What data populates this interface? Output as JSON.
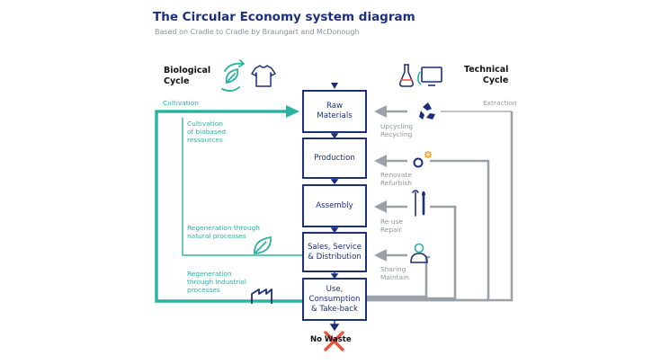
{
  "header": {
    "title": "The Circular Economy system diagram",
    "subtitle": "Based on Cradle to Cradle by Braungart and McDonough"
  },
  "biological": {
    "heading_line1": "Biological",
    "heading_line2": "Cycle",
    "cultivation": "Cultivation",
    "biobased_line1": "Cultivation",
    "biobased_line2": "of biobased",
    "biobased_line3": "ressources",
    "natural_line1": "Regeneration through",
    "natural_line2": "natural processes",
    "industrial_line1": "Regeneration",
    "industrial_line2": "through industrial",
    "industrial_line3": "processes"
  },
  "technical": {
    "heading_line1": "Technical",
    "heading_line2": "Cycle",
    "extraction": "Extraction",
    "upcycling_line1": "Upcycling",
    "upcycling_line2": "Recycling",
    "renovate_line1": "Renovate",
    "renovate_line2": "Refurbish",
    "reuse_line1": "Re-use",
    "reuse_line2": "Repair",
    "sharing_line1": "Sharing",
    "sharing_line2": "Maintain"
  },
  "stages": {
    "raw_line1": "Raw",
    "raw_line2": "Materials",
    "production": "Production",
    "assembly": "Assembly",
    "sales_line1": "Sales, Service",
    "sales_line2": "& Distribution",
    "use_line1": "Use,",
    "use_line2": "Consumption",
    "use_line3": "& Take-back"
  },
  "footer": {
    "no_waste": "No Waste"
  },
  "colors": {
    "navy": "#1b2f7a",
    "teal": "#2ab3a0",
    "grey": "#9aa1a8",
    "red": "#e8533f"
  },
  "icons": [
    "leaf-cycle-icon",
    "tshirt-icon",
    "flask-icon",
    "monitor-icon",
    "recycle-icon",
    "gear-icon",
    "tools-icon",
    "user-icon",
    "leaf-icon",
    "factory-icon",
    "cross-icon"
  ]
}
